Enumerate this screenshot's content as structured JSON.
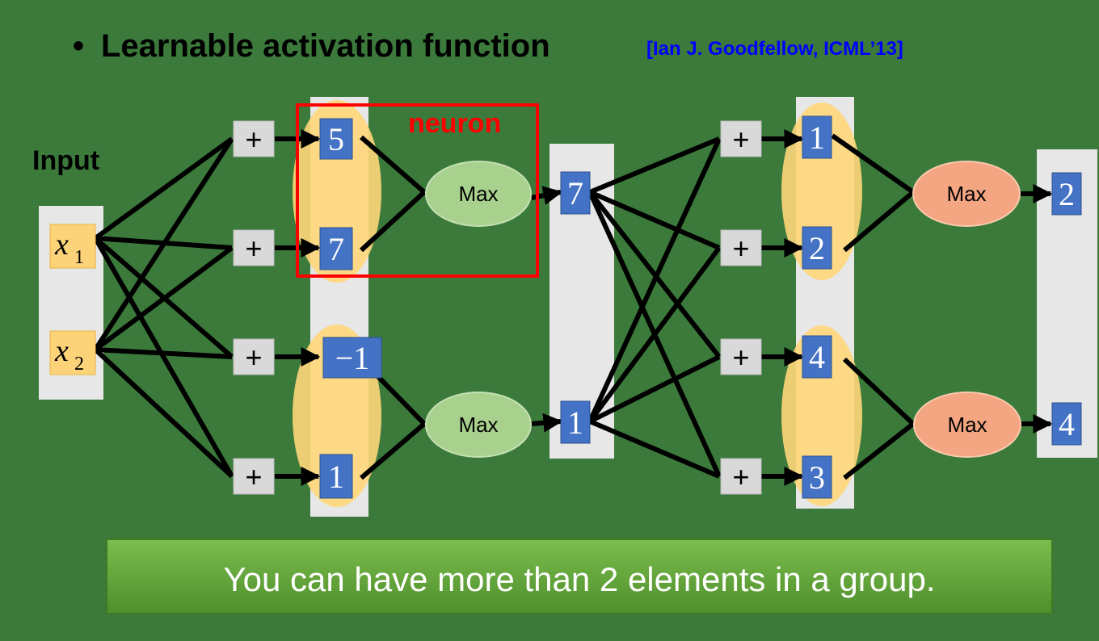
{
  "title": {
    "bullet": "•",
    "text": "Learnable activation function",
    "citation": "[Ian J. Goodfellow, ICML’13]"
  },
  "input_label": "Input",
  "inputs": [
    {
      "var": "x",
      "sub": "1"
    },
    {
      "var": "x",
      "sub": "2"
    }
  ],
  "plus_symbol": "+",
  "neuron_label": "neuron",
  "max_label": "Max",
  "layer1": {
    "z_values": [
      "5",
      "7",
      "−1",
      "1"
    ],
    "outputs": [
      "7",
      "1"
    ]
  },
  "layer2": {
    "z_values": [
      "1",
      "2",
      "4",
      "3"
    ],
    "outputs": [
      "2",
      "4"
    ]
  },
  "caption": "You can have more than 2 elements in a group.",
  "colors": {
    "background": "#3b7a3b",
    "input_box": "#fdd37a",
    "value_box": "#4472c4",
    "plus_box": "#d9d9d9",
    "column_bg": "#e7e7e7",
    "group_ellipse": "#ffd77a",
    "max1_fill": "#a9d18e",
    "max2_fill": "#f4a582",
    "neuron_box": "#ff0000",
    "citation": "#0000ff",
    "caption_bg": "#70ad47"
  }
}
